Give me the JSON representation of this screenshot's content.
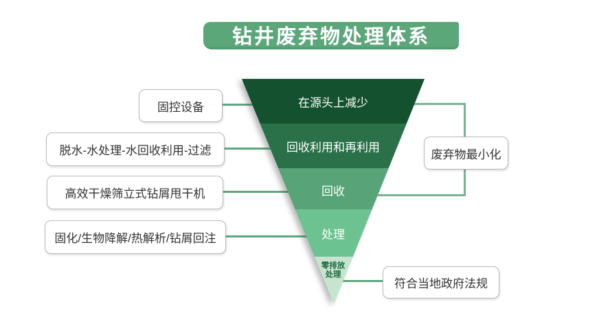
{
  "title": "钻井废弃物处理体系",
  "pyramid": {
    "levels": [
      {
        "label": "在源头上减少",
        "color": "#14512E",
        "text_color": "#ffffff"
      },
      {
        "label": "回收利用和再利用",
        "color": "#2A7048",
        "text_color": "#ffffff"
      },
      {
        "label": "回收",
        "color": "#58A377",
        "text_color": "#ffffff"
      },
      {
        "label": "处理",
        "color": "#6DC291",
        "text_color": "#ffffff"
      },
      {
        "label": "零排放处理",
        "line1": "零排放",
        "line2": "处理",
        "color": "#C7E4CF",
        "text_color": "#1F6B43"
      }
    ]
  },
  "left_annotations": [
    {
      "label": "固控设备"
    },
    {
      "label": "脱水-水处理-水回收利用-过滤"
    },
    {
      "label": "高效干燥筛立式钻屑甩干机"
    },
    {
      "label": "固化/生物降解/热解析/钻屑回注"
    }
  ],
  "right_annotations": [
    {
      "label": "废弃物最小化"
    },
    {
      "label": "符合当地政府法规"
    }
  ],
  "colors": {
    "banner": "#5BA77A",
    "banner_bottom_edge": "#4F9C6E",
    "connector_line": "#5CA77B",
    "bracket_line": "#74B591",
    "box_border": "#B7B7B7",
    "box_text": "#333333"
  }
}
